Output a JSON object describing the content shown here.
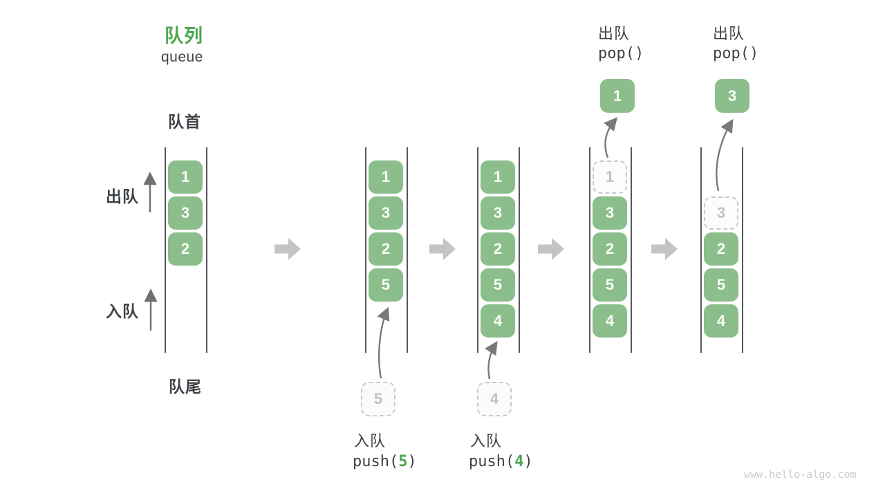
{
  "title": {
    "zh": "队列",
    "en": "queue"
  },
  "labels": {
    "front": "队首",
    "rear": "队尾",
    "dequeue_side": "出队",
    "enqueue_side": "入队"
  },
  "queue_states": [
    {
      "cells": [
        {
          "value": "1",
          "slot": 0
        },
        {
          "value": "3",
          "slot": 1
        },
        {
          "value": "2",
          "slot": 2
        }
      ]
    },
    {
      "cells": [
        {
          "value": "1",
          "slot": 0
        },
        {
          "value": "3",
          "slot": 1
        },
        {
          "value": "2",
          "slot": 2
        },
        {
          "value": "5",
          "slot": 3
        }
      ],
      "enqueue": {
        "value": "5",
        "label_zh": "入队",
        "fn": "push(",
        "arg": "5",
        "paren": ")"
      }
    },
    {
      "cells": [
        {
          "value": "1",
          "slot": 0
        },
        {
          "value": "3",
          "slot": 1
        },
        {
          "value": "2",
          "slot": 2
        },
        {
          "value": "5",
          "slot": 3
        },
        {
          "value": "4",
          "slot": 4
        }
      ],
      "enqueue": {
        "value": "4",
        "label_zh": "入队",
        "fn": "push(",
        "arg": "4",
        "paren": ")"
      }
    },
    {
      "cells": [
        {
          "value": "1",
          "slot": 0,
          "dashed": true
        },
        {
          "value": "3",
          "slot": 1
        },
        {
          "value": "2",
          "slot": 2
        },
        {
          "value": "5",
          "slot": 3
        },
        {
          "value": "4",
          "slot": 4
        }
      ],
      "dequeue": {
        "value": "1",
        "label_zh": "出队",
        "code": "pop()"
      }
    },
    {
      "cells": [
        {
          "value": "3",
          "slot": 1,
          "dashed": true
        },
        {
          "value": "2",
          "slot": 2
        },
        {
          "value": "5",
          "slot": 3
        },
        {
          "value": "4",
          "slot": 4
        }
      ],
      "dequeue": {
        "value": "3",
        "label_zh": "出队",
        "code": "pop()"
      }
    }
  ],
  "watermark": "www.hello-algo.com",
  "colors": {
    "accent_green": "#4AA54F",
    "cell_green": "#8CBE8C",
    "block_arrow_gray": "#C4C4C4",
    "arrow_gray": "#77797B",
    "text_dark": "#3D4247"
  }
}
